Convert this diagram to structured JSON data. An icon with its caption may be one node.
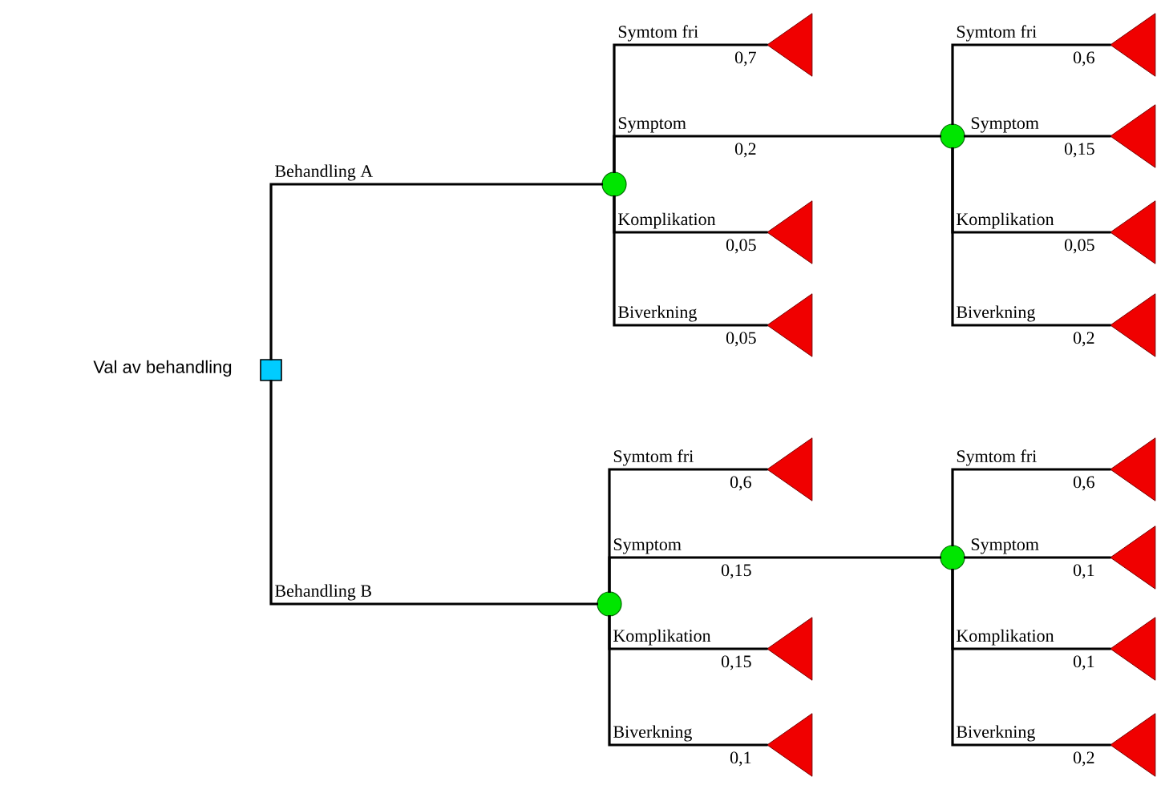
{
  "diagram": {
    "nodes": [
      {
        "text": [],
        "shape": "box",
        "beside": [
          "Val av behandling"
        ]
      },
      {
        "text": [],
        "shape": "circle"
      },
      {
        "text": [],
        "shape": "triangle"
      },
      {
        "text": [],
        "shape": "triangle"
      },
      {
        "text": [],
        "shape": "triangle"
      },
      {
        "text": [],
        "shape": "circle"
      },
      {
        "text": [],
        "shape": "triangle"
      },
      {
        "text": [],
        "shape": "triangle"
      },
      {
        "text": [],
        "shape": "triangle"
      },
      {
        "text": [],
        "shape": "triangle"
      },
      {
        "text": [],
        "shape": "circle"
      },
      {
        "text": [],
        "shape": "triangle"
      },
      {
        "text": [],
        "shape": "triangle"
      },
      {
        "text": [],
        "shape": "triangle"
      },
      {
        "text": [],
        "shape": "circle"
      },
      {
        "text": [],
        "shape": "triangle"
      },
      {
        "text": [],
        "shape": "triangle"
      },
      {
        "text": [],
        "shape": "triangle"
      },
      {
        "text": [],
        "shape": "triangle"
      }
    ],
    "edges": [
      {
        "from": 0,
        "to": 1,
        "arrow": "none",
        "label": "Behandling A"
      },
      {
        "from": 0,
        "to": 10,
        "arrow": "none",
        "label": "Behandling B"
      },
      {
        "from": 1,
        "to": 2,
        "arrow": "none",
        "label": "Symtom fri"
      },
      {
        "from": 1,
        "to": 5,
        "arrow": "none",
        "label": "Symptom"
      },
      {
        "from": 1,
        "to": 3,
        "arrow": "none",
        "label": "Komplikation"
      },
      {
        "from": 1,
        "to": 4,
        "arrow": "none",
        "label": "Biverkning"
      },
      {
        "from": 5,
        "to": 6,
        "arrow": "none",
        "label": "Symtom fri"
      },
      {
        "from": 5,
        "to": 7,
        "arrow": "none",
        "label": "Symptom"
      },
      {
        "from": 5,
        "to": 8,
        "arrow": "none",
        "label": "Komplikation"
      },
      {
        "from": 5,
        "to": 9,
        "arrow": "none",
        "label": "Biverkning"
      },
      {
        "from": 10,
        "to": 11,
        "arrow": "none",
        "label": "Symtom fri"
      },
      {
        "from": 10,
        "to": 14,
        "arrow": "none",
        "label": "Symptom"
      },
      {
        "from": 10,
        "to": 12,
        "arrow": "none",
        "label": "Komplikation"
      },
      {
        "from": 10,
        "to": 13,
        "arrow": "none",
        "label": "Biverkning"
      },
      {
        "from": 14,
        "to": 15,
        "arrow": "none",
        "label": "Symtom fri"
      },
      {
        "from": 14,
        "to": 16,
        "arrow": "none",
        "label": "Symptom"
      },
      {
        "from": 14,
        "to": 17,
        "arrow": "none",
        "label": "Komplikation"
      },
      {
        "from": 14,
        "to": 18,
        "arrow": "none",
        "label": "Biverkning"
      }
    ],
    "labels": [
      "0,7",
      "0,2",
      "0,05",
      "0,05",
      "0,6",
      "0,15",
      "0,05",
      "0,2",
      "0,6",
      "0,15",
      "0,15",
      "0,1",
      "0,6",
      "0,1",
      "0,1",
      "0,2"
    ]
  }
}
